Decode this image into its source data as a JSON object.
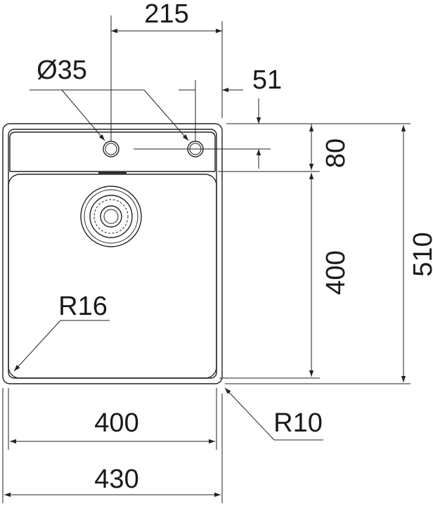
{
  "dimensions": {
    "top_width": "215",
    "tap_hole_diameter": "Ø35",
    "tap_hole_offset": "51",
    "shelf_depth": "80",
    "bowl_depth": "400",
    "overall_depth": "510",
    "corner_radius_bowl": "R16",
    "corner_radius_outer": "R10",
    "bowl_width": "400",
    "overall_width": "430"
  }
}
